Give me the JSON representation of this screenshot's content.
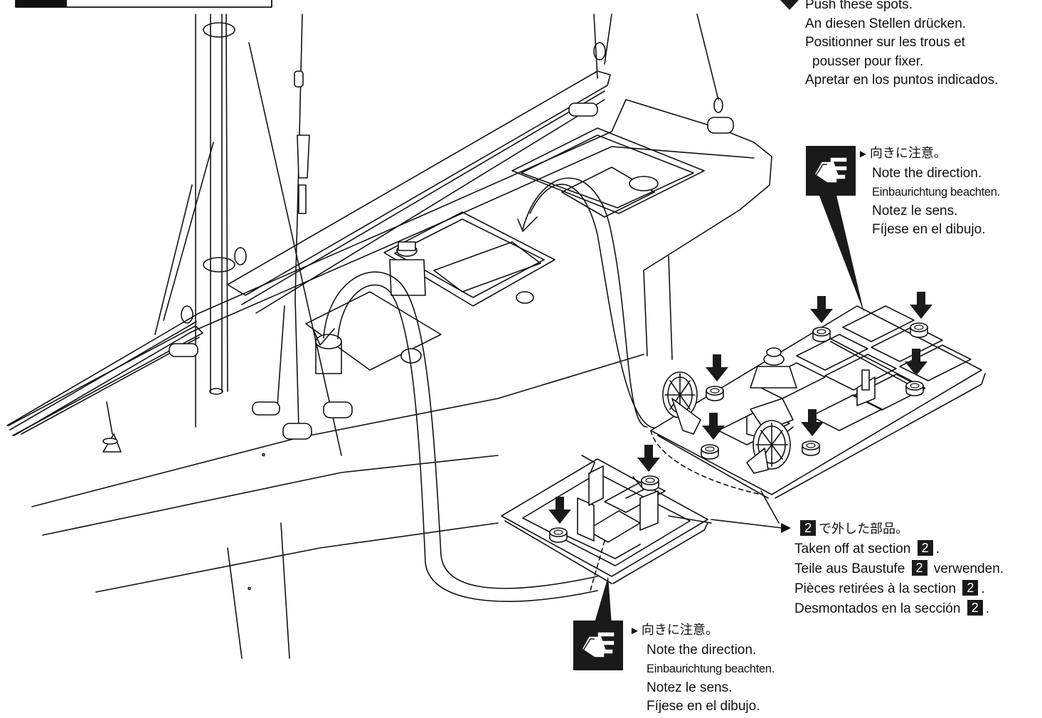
{
  "push_note": {
    "lines": [
      "Push these spots.",
      "An diesen Stellen drücken.",
      "Positionner sur les trous et",
      "pousser pour fixer.",
      "Apretar en los puntos indicados."
    ]
  },
  "direction_note_top": {
    "lines": [
      "向きに注意。",
      "Note the direction.",
      "Einbaurichtung beachten.",
      "Notez le sens.",
      "Fíjese en el dibujo."
    ]
  },
  "direction_note_bottom": {
    "lines": [
      "向きに注意。",
      "Note the direction.",
      "Einbaurichtung beachten.",
      "Notez le sens.",
      "Fíjese en el dibujo."
    ]
  },
  "taken_off_note": {
    "badge": "2",
    "ja": "で外した部品。",
    "en": "Taken off at section",
    "de_pre": "Teile aus Baustufe",
    "de_post": "verwenden.",
    "fr": "Pièces retirées à la section",
    "es": "Desmontados en la sección",
    "period": "."
  },
  "icons": [
    "push-arrow-icon",
    "pointing-hand-icon"
  ],
  "colors": {
    "ink": "#111111",
    "badge_bg": "#1a1a1a",
    "paper": "#ffffff"
  }
}
